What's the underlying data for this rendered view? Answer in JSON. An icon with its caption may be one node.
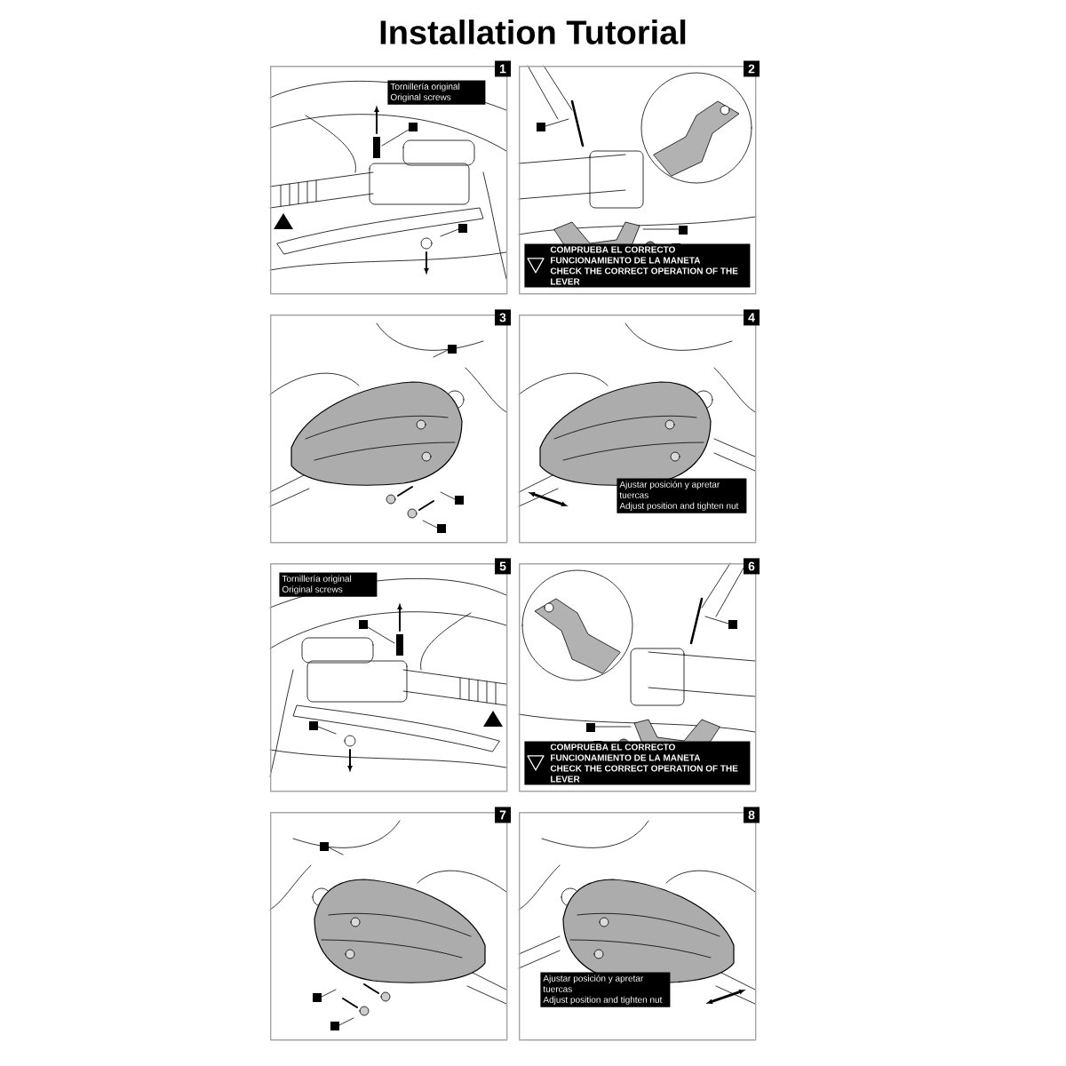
{
  "diagram": {
    "title": "Installation Tutorial",
    "nodes": [
      {
        "text": [
          "1"
        ]
      },
      {
        "text": [
          "Tornillería original",
          "Original screws"
        ],
        "in": 0
      },
      {
        "text": [
          "2"
        ]
      },
      {
        "text": [
          "COMPRUEBA EL CORRECTO FUNCIONAMIENTO DE LA MANETA",
          "CHECK THE CORRECT OPERATION OF THE LEVER"
        ],
        "in": 2
      },
      {
        "text": [
          "3"
        ]
      },
      {
        "text": [
          "4"
        ]
      },
      {
        "text": [
          "Ajustar posición y apretar tuercas",
          "Adjust position and tighten nut"
        ],
        "in": 5
      },
      {
        "text": [
          "5"
        ]
      },
      {
        "text": [
          "Tornillería original",
          "Original screws"
        ],
        "in": 7
      },
      {
        "text": [
          "6"
        ]
      },
      {
        "text": [
          "COMPRUEBA EL CORRECTO FUNCIONAMIENTO DE LA MANETA",
          "CHECK THE CORRECT OPERATION OF THE LEVER"
        ],
        "in": 9
      },
      {
        "text": [
          "7"
        ]
      },
      {
        "text": [
          "8"
        ]
      },
      {
        "text": [
          "Ajustar posición y apretar tuercas",
          "Adjust position and tighten nut"
        ],
        "in": 12
      }
    ]
  }
}
